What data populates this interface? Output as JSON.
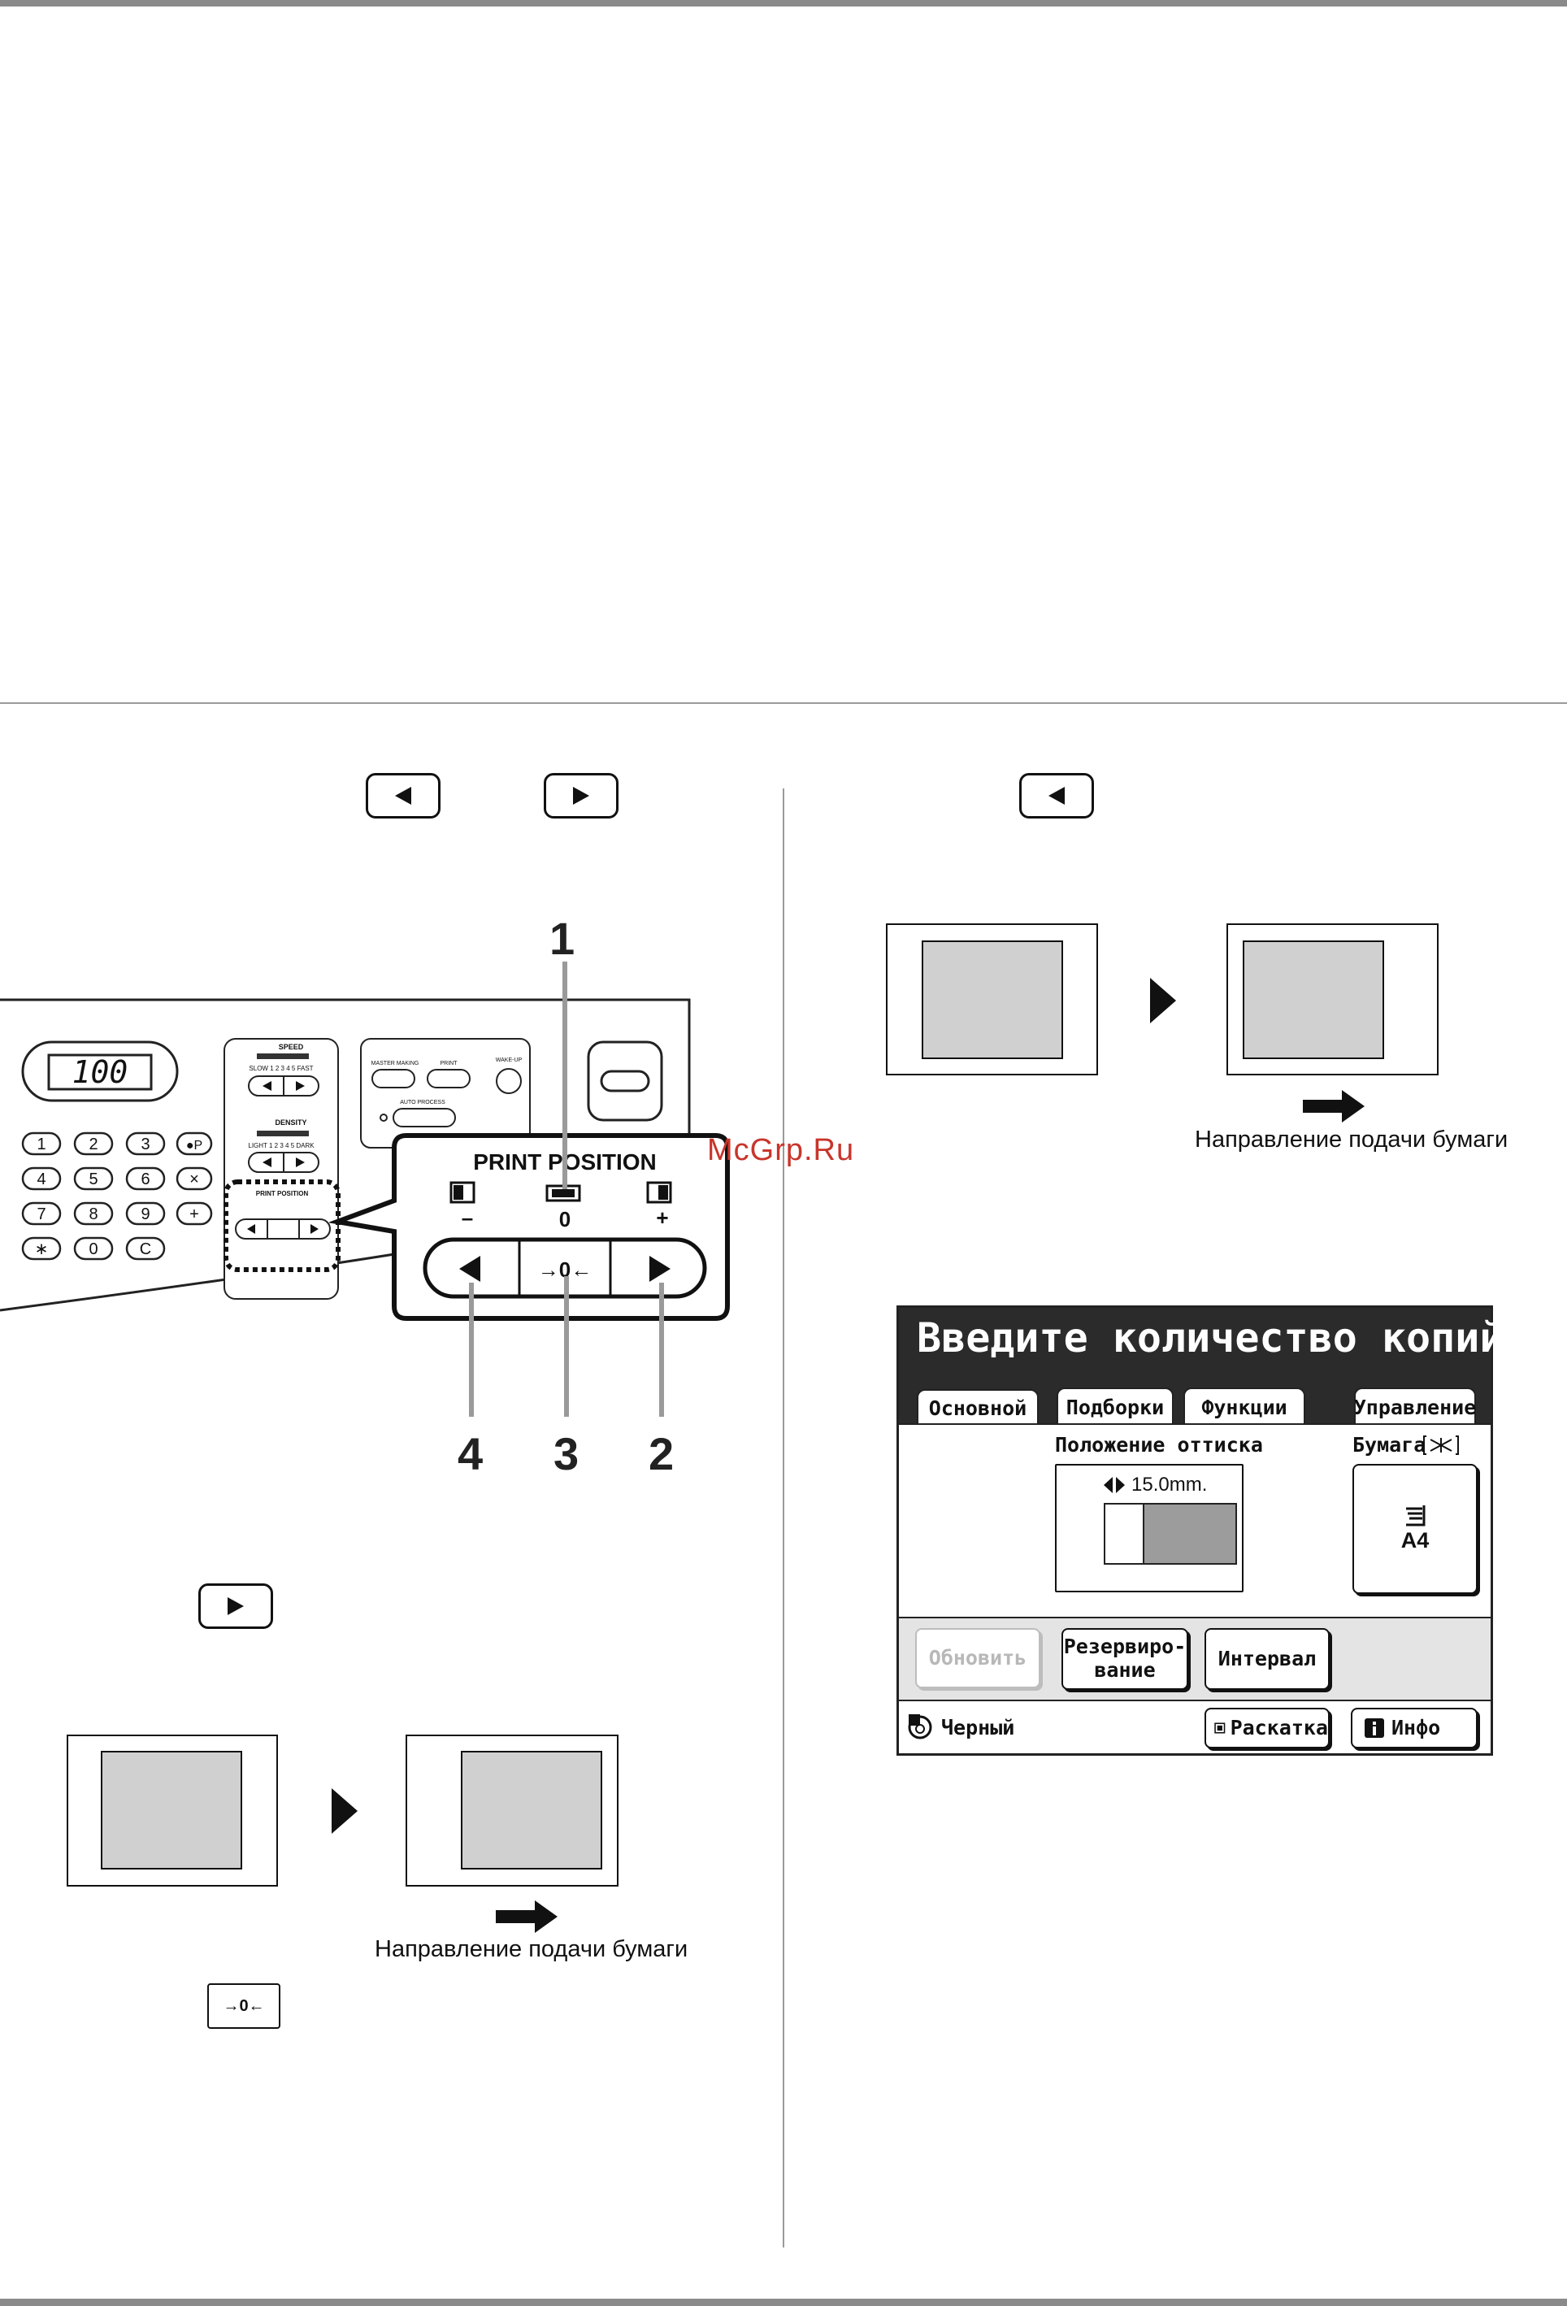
{
  "watermark": "McGrp.Ru",
  "caption_feed": "Направление подачи бумаги",
  "panel": {
    "lcd_counter": "100",
    "speed_label": "SPEED",
    "speed_scale": "SLOW 1 2 3 4 5 FAST",
    "density_label": "DENSITY",
    "density_scale": "LIGHT 1 2 3 4 5 DARK",
    "print_position_small": "PRINT POSITION",
    "master_making": "MASTER MAKING",
    "print": "PRINT",
    "wake_up": "WAKE-UP",
    "auto_process": "AUTO PROCESS",
    "keys": [
      "1",
      "2",
      "3",
      "●P",
      "4",
      "5",
      "6",
      "×",
      "7",
      "8",
      "9",
      "+",
      "∗",
      "0",
      "C"
    ]
  },
  "zoom": {
    "title": "PRINT POSITION",
    "minus": "–",
    "zero": "0",
    "plus": "+",
    "center_key": "→0←"
  },
  "callouts": [
    "1",
    "2",
    "3",
    "4"
  ],
  "small_center_key": "→0←",
  "screen": {
    "title": "Введите количество копий",
    "tabs": [
      "Основной",
      "Подборки",
      "Функции",
      "Управление"
    ],
    "position_label": "Положение оттиска",
    "position_value": "15.0mm.",
    "paper_label": "Бумага",
    "paper_size": "A4",
    "btn_update": "Обновить",
    "btn_reserve_1": "Резервиро-",
    "btn_reserve_2": "вание",
    "btn_interval": "Интервал",
    "ink": "Черный",
    "btn_rolling": "Раскатка",
    "btn_info": "Инфо"
  }
}
